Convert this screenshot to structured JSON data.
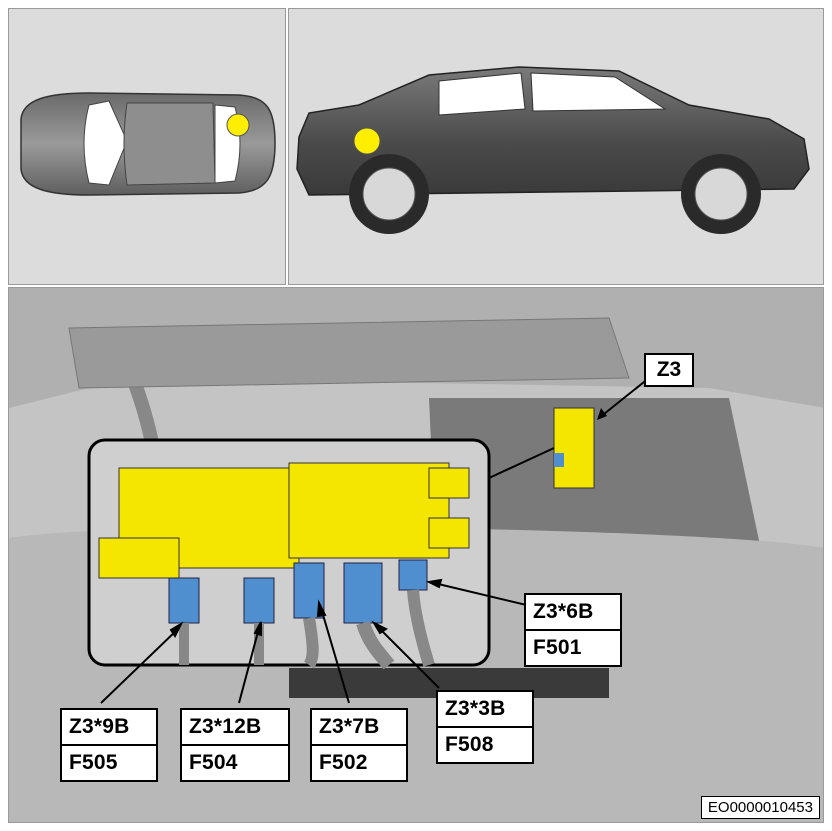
{
  "component_label": "Z3",
  "callouts": [
    {
      "connector": "Z3*9B",
      "fuse": "F505"
    },
    {
      "connector": "Z3*12B",
      "fuse": "F504"
    },
    {
      "connector": "Z3*7B",
      "fuse": "F502"
    },
    {
      "connector": "Z3*3B",
      "fuse": "F508"
    },
    {
      "connector": "Z3*6B",
      "fuse": "F501"
    }
  ],
  "image_code": "EO0000010453",
  "colors": {
    "highlight": "#f5e600",
    "connector": "#4f8fd0",
    "location_marker": "#ffee00"
  }
}
